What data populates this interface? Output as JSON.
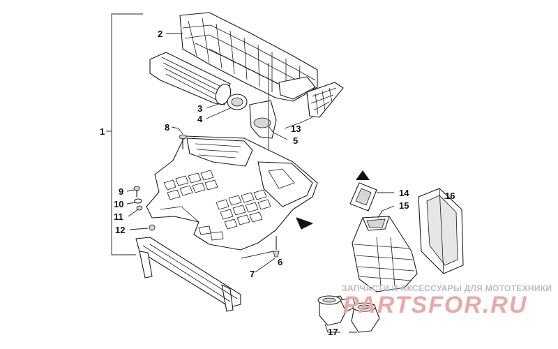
{
  "callouts": {
    "c1": "1",
    "c2": "2",
    "c3": "3",
    "c4": "4",
    "c5": "5",
    "c6": "6",
    "c7": "7",
    "c8": "8",
    "c9": "9",
    "c10": "10",
    "c11": "11",
    "c12": "12",
    "c13": "13",
    "c14": "14",
    "c15": "15",
    "c16": "16",
    "c17": "17"
  },
  "watermark": {
    "caption": "ЗАПЧАСТИ И АКСЕССУАРЫ ДЛЯ МОТОТЕХНИКИ",
    "brand": "PARTSFOR.RU"
  },
  "colors": {
    "line": "#1a1a1a",
    "watermark_logo": "#e9a9a9",
    "watermark_text": "#bdbdbd"
  }
}
